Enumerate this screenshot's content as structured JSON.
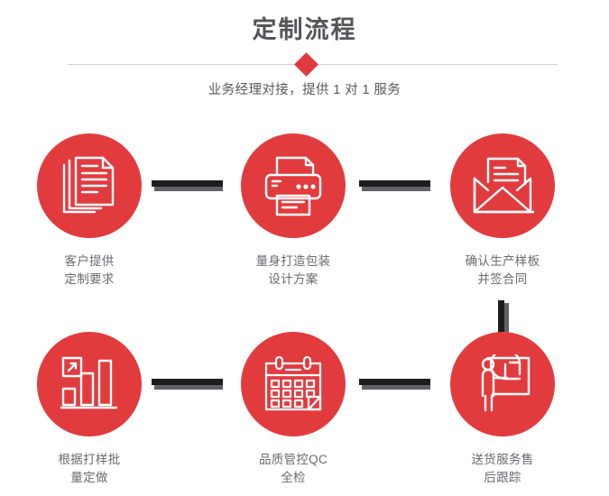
{
  "header": {
    "title": "定制流程",
    "subtitle": "业务经理对接，提供 1 对 1 服务",
    "divider_icon": "diamond-icon"
  },
  "colors": {
    "accent_red": "#e23b3e",
    "diamond_red": "#e03a3e",
    "title_gray": "#555558",
    "label_gray": "#6a6a6d",
    "divider_gray": "#cfcfd2",
    "connector_black": "#1d1d1d",
    "connector_shadow": "#626266",
    "background": "#ffffff"
  },
  "flow": {
    "steps": [
      {
        "index": 1,
        "icon": "documents-stack-icon",
        "line1": "客户提供",
        "line2": "定制要求"
      },
      {
        "index": 2,
        "icon": "printer-icon",
        "line1": "量身打造包装",
        "line2": "设计方案"
      },
      {
        "index": 3,
        "icon": "envelope-document-icon",
        "line1": "确认生产样板",
        "line2": "并签合同"
      },
      {
        "index": 4,
        "icon": "bar-chart-growth-icon",
        "line1": "根据打样批",
        "line2": "量定做"
      },
      {
        "index": 5,
        "icon": "calendar-icon",
        "line1": "品质管控QC",
        "line2": "全检"
      },
      {
        "index": 6,
        "icon": "presenter-pie-chart-icon",
        "line1": "送货服务售",
        "line2": "后跟踪"
      }
    ],
    "connectors": [
      {
        "name": "connector-step1-step2",
        "orientation": "horizontal"
      },
      {
        "name": "connector-step2-step3",
        "orientation": "horizontal"
      },
      {
        "name": "connector-step3-step6",
        "orientation": "vertical"
      },
      {
        "name": "connector-step4-step5",
        "orientation": "horizontal"
      },
      {
        "name": "connector-step5-step6",
        "orientation": "horizontal"
      }
    ]
  }
}
